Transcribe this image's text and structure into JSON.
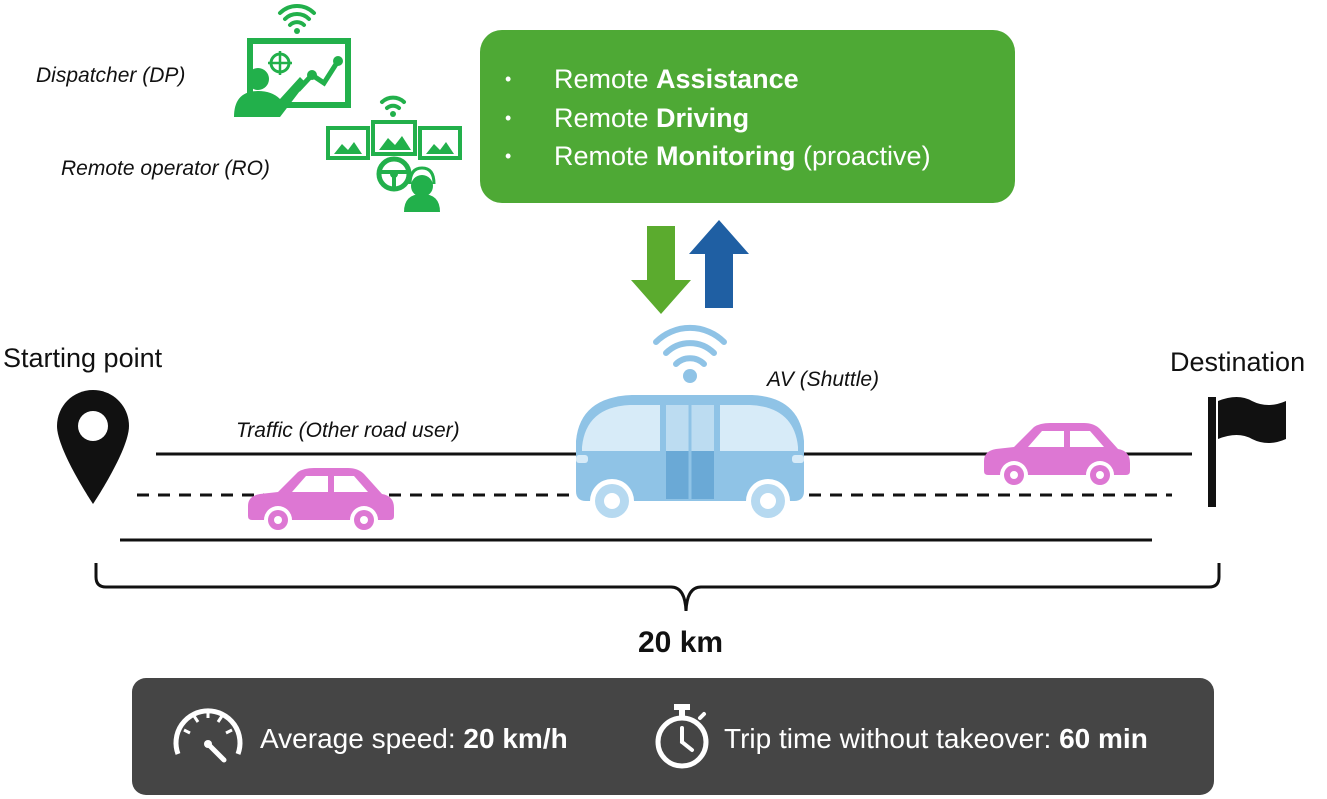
{
  "roles": {
    "dispatcher": "Dispatcher (DP)",
    "remote_operator": "Remote operator (RO)"
  },
  "services": [
    {
      "prefix": "Remote ",
      "bold": "Assistance",
      "suffix": ""
    },
    {
      "prefix": "Remote ",
      "bold": "Driving",
      "suffix": ""
    },
    {
      "prefix": "Remote ",
      "bold": "Monitoring",
      "suffix": " (proactive)"
    }
  ],
  "route": {
    "start_label": "Starting point",
    "destination_label": "Destination",
    "traffic_label": "Traffic (Other road user)",
    "av_label": "AV (Shuttle)",
    "distance": "20 km"
  },
  "stats": {
    "speed_label": "Average speed: ",
    "speed_value": "20 km/h",
    "trip_label": "Trip time without takeover: ",
    "trip_value": "60 min"
  },
  "colors": {
    "green": "#4ea935",
    "icon_green": "#22b04b",
    "blue_arrow": "#1f5fa3",
    "shuttle": "#8fc3e6",
    "car": "#dd77d3",
    "info_bar": "#454545"
  }
}
